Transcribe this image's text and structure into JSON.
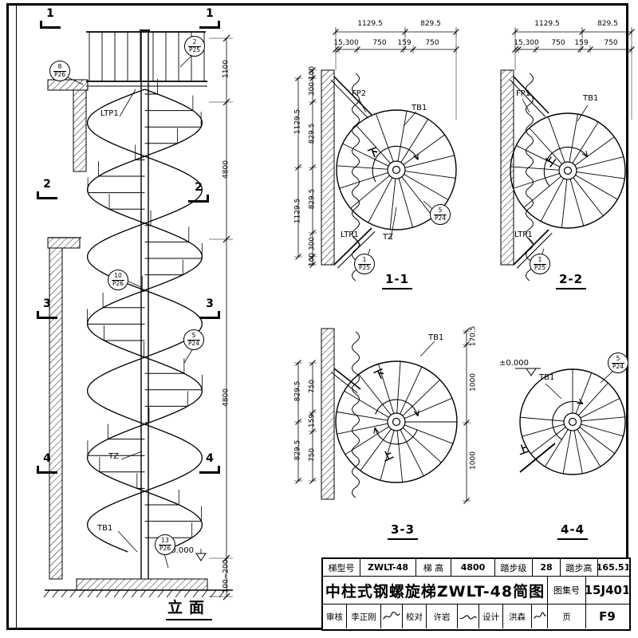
{
  "elevation": {
    "title": "立面",
    "marks": {
      "s1": "1",
      "s2": "2",
      "s3": "3",
      "s4": "4"
    },
    "callouts": {
      "c8": {
        "n": "8",
        "p": "P26"
      },
      "c2": {
        "n": "2",
        "p": "P25"
      },
      "c10": {
        "n": "10",
        "p": "P26"
      },
      "c5": {
        "n": "5",
        "p": "P24"
      },
      "c13": {
        "n": "13",
        "p": "P26"
      }
    },
    "labels": {
      "ltp": "LTP1",
      "tz": "TZ",
      "tb": "TB1",
      "level": "±0.000"
    },
    "dims": {
      "d1": "1100",
      "d2": "4800",
      "d3": "4800",
      "d4": "100~200"
    }
  },
  "plan11": {
    "title": "1-1",
    "top1": [
      "1129.5",
      "829.5"
    ],
    "top2": [
      "15,300",
      "750",
      "159",
      "750"
    ],
    "left_outer": [
      "1129.5",
      "1129.5"
    ],
    "left_inner": [
      "100",
      "300",
      "829.5",
      "829.5",
      "300",
      "100"
    ],
    "labels": {
      "fp": "FP2",
      "tb": "TB1",
      "ltp": "LTP1",
      "tz": "TZ",
      "dir": "下"
    },
    "callouts": {
      "c5": {
        "n": "5",
        "p": "P24"
      },
      "c1": {
        "n": "1",
        "p": "P25"
      }
    }
  },
  "plan22": {
    "title": "2-2",
    "top1": [
      "1129.5",
      "829.5"
    ],
    "top2": [
      "15,300",
      "750",
      "159",
      "750"
    ],
    "labels": {
      "fp": "FP1",
      "tb": "TB1",
      "ltp": "LTP1",
      "dir": "上"
    },
    "callouts": {
      "c1": {
        "n": "1",
        "p": "P25"
      }
    }
  },
  "plan33": {
    "title": "3-3",
    "left_outer": [
      "829.5",
      "829.5"
    ],
    "left_inner": [
      "750",
      "159",
      "750"
    ],
    "right": [
      "170.5",
      "1000",
      "1000"
    ],
    "labels": {
      "tb": "TB1",
      "down": "下",
      "up": "上"
    }
  },
  "plan44": {
    "title": "4-4",
    "labels": {
      "level": "±0.000",
      "tb": "TB1",
      "up": "上"
    },
    "callouts": {
      "c5": {
        "n": "5",
        "p": "P24"
      }
    }
  },
  "titleblock": {
    "r1": [
      {
        "k": "梯型号",
        "v": "ZWLT-48"
      },
      {
        "k": "梯 高",
        "v": "4800"
      },
      {
        "k": "踏步级",
        "v": "28"
      },
      {
        "k": "踏步高",
        "v": "165.51"
      }
    ],
    "title": "中柱式钢螺旋梯ZWLT-48简图",
    "atlas_k": "图集号",
    "atlas_v": "15J401",
    "page_k": "页",
    "page_v": "F9",
    "r3": [
      {
        "k": "审核",
        "v": "李正刚"
      },
      {
        "k": "校对",
        "v": "许岩"
      },
      {
        "k": "设计",
        "v": "洪森"
      }
    ]
  }
}
